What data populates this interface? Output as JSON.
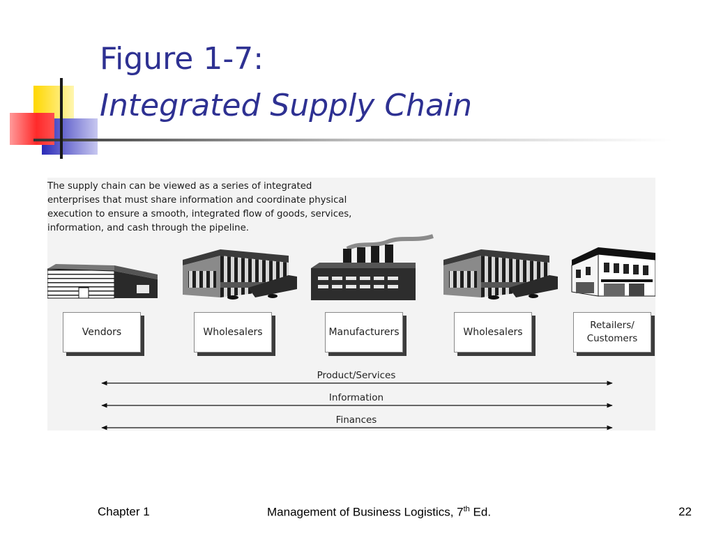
{
  "slide": {
    "title_line1": "Figure 1-7:",
    "title_line2": "Integrated Supply Chain"
  },
  "figure": {
    "intro": [
      "The supply chain can be viewed as a series of integrated",
      "enterprises that must share information and coordinate physical",
      "execution to ensure a smooth, integrated flow of goods, services,",
      "information, and cash through the pipeline."
    ],
    "stages": [
      {
        "lines": [
          "Vendors"
        ],
        "icon": "vendor-building-icon"
      },
      {
        "lines": [
          "Wholesalers"
        ],
        "icon": "warehouse-icon"
      },
      {
        "lines": [
          "Manufacturers"
        ],
        "icon": "factory-icon"
      },
      {
        "lines": [
          "Wholesalers"
        ],
        "icon": "warehouse-icon"
      },
      {
        "lines": [
          "Retailers/",
          "Customers"
        ],
        "icon": "storefront-icon"
      }
    ],
    "flows": [
      "Product/Services",
      "Information",
      "Finances"
    ]
  },
  "footer": {
    "chapter": "Chapter 1",
    "book_prefix": "Management of Business Logistics, 7",
    "book_sup": "th",
    "book_suffix": " Ed.",
    "page_number": "22"
  },
  "colors": {
    "title": "#2e3192",
    "deco_yellow": "#ffd700",
    "deco_blue": "#3333cc",
    "deco_red": "#ff2a2a",
    "figure_background": "#f3f3f3"
  }
}
